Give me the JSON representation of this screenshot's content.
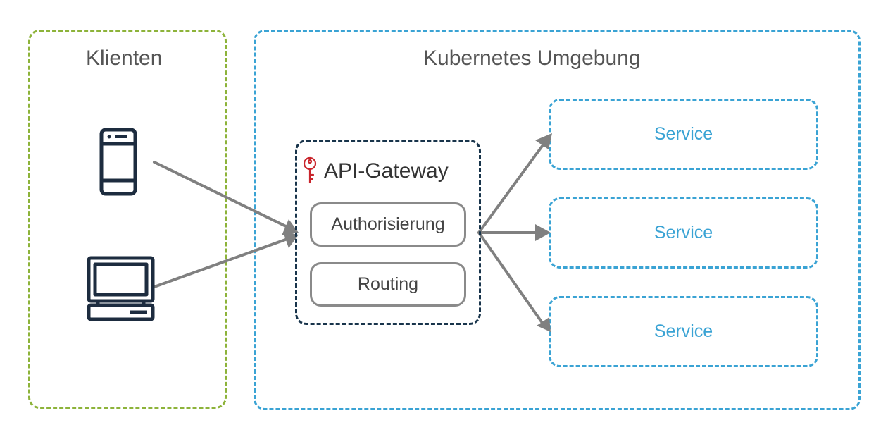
{
  "clients": {
    "title": "Klienten",
    "icons": [
      "smartphone-icon",
      "desktop-computer-icon"
    ]
  },
  "kubernetes": {
    "title": "Kubernetes Umgebung"
  },
  "gateway": {
    "title": "API-Gateway",
    "icon": "key-icon",
    "components": [
      "Authorisierung",
      "Routing"
    ]
  },
  "services": [
    "Service",
    "Service",
    "Service"
  ],
  "colors": {
    "clients_border": "#8db33a",
    "kubernetes_border": "#3aa3d4",
    "gateway_border": "#18344b",
    "service_text": "#3aa3d4",
    "arrow": "#808080",
    "key_icon": "#c9252c",
    "device_icon": "#1d2c3f"
  }
}
